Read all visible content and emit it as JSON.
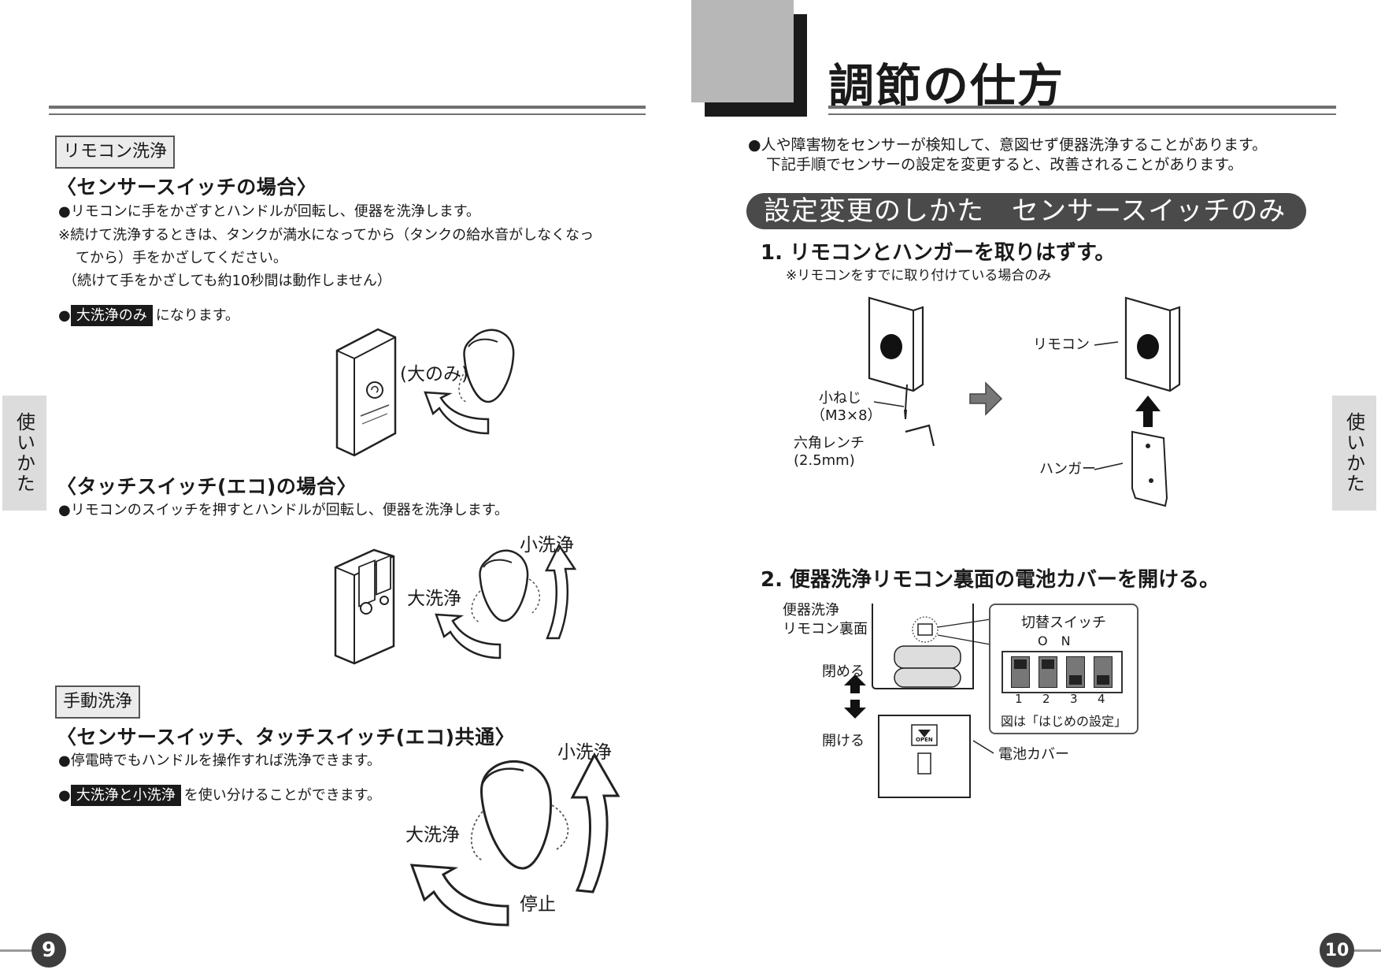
{
  "left": {
    "section1_tag": "リモコン洗浄",
    "heading_sensor": "〈センサースイッチの場合〉",
    "sensor_line1": "●リモコンに手をかざすとハンドルが回転し、便器を洗浄します。",
    "sensor_line2": "※続けて洗浄するときは、タンクが満水になってから（タンクの給水音がしなくなっ",
    "sensor_line3": "てから）手をかざしてください。",
    "sensor_line4": "（続けて手をかざしても約10秒間は動作しません）",
    "bullet_mark": "●",
    "sensor_highlight": "大洗浄のみ",
    "sensor_highlight_suffix": "になります。",
    "fig1_label": "(大のみ)",
    "heading_touch": "〈タッチスイッチ(エコ)の場合〉",
    "touch_line1": "●リモコンのスイッチを押すとハンドルが回転し、便器を洗浄します。",
    "fig2_small": "小洗浄",
    "fig2_large": "大洗浄",
    "section2_tag": "手動洗浄",
    "heading_common": "〈センサースイッチ、タッチスイッチ(エコ)共通〉",
    "common_line1": "●停電時でもハンドルを操作すれば洗浄できます。",
    "common_highlight": "大洗浄と小洗浄",
    "common_highlight_suffix": "を使い分けることができます。",
    "fig3_small": "小洗浄",
    "fig3_large": "大洗浄",
    "fig3_stop": "停止",
    "side_tab": "使いかた",
    "page_number": "9"
  },
  "right": {
    "title": "調節の仕方",
    "intro_line1": "●人や障害物をセンサーが検知して、意図せず便器洗浄することがあります。",
    "intro_line2": "下記手順でセンサーの設定を変更すると、改善されることがあります。",
    "pill_heading": "設定変更のしかた　センサースイッチのみ",
    "step1": "1. リモコンとハンガーを取りはずす。",
    "step1_note": "※リモコンをすでに取り付けている場合のみ",
    "lbl_screw": "小ねじ",
    "lbl_screw_size": "（M3×8）",
    "lbl_wrench": "六角レンチ",
    "lbl_wrench_size": "(2.5mm)",
    "lbl_remote": "リモコン",
    "lbl_hanger": "ハンガー",
    "step2": "2. 便器洗浄リモコン裏面の電池カバーを開ける。",
    "lbl_back1": "便器洗浄",
    "lbl_back2": "リモコン裏面",
    "lbl_close": "閉める",
    "lbl_open": "開ける",
    "lbl_cover": "電池カバー",
    "switch_title": "切替スイッチ",
    "switch_on": "O N",
    "switch_nums": [
      "1",
      "2",
      "3",
      "4"
    ],
    "switch_states": [
      "off",
      "off",
      "on",
      "on"
    ],
    "switch_caption": "図は「はじめの設定」",
    "open_mark": "OPEN",
    "side_tab": "使いかた",
    "page_number": "10"
  },
  "colors": {
    "dark": "#1a1a1a",
    "rule": "#707070",
    "tab_gray": "#dcdcdc",
    "pill": "#4a4a4a"
  }
}
